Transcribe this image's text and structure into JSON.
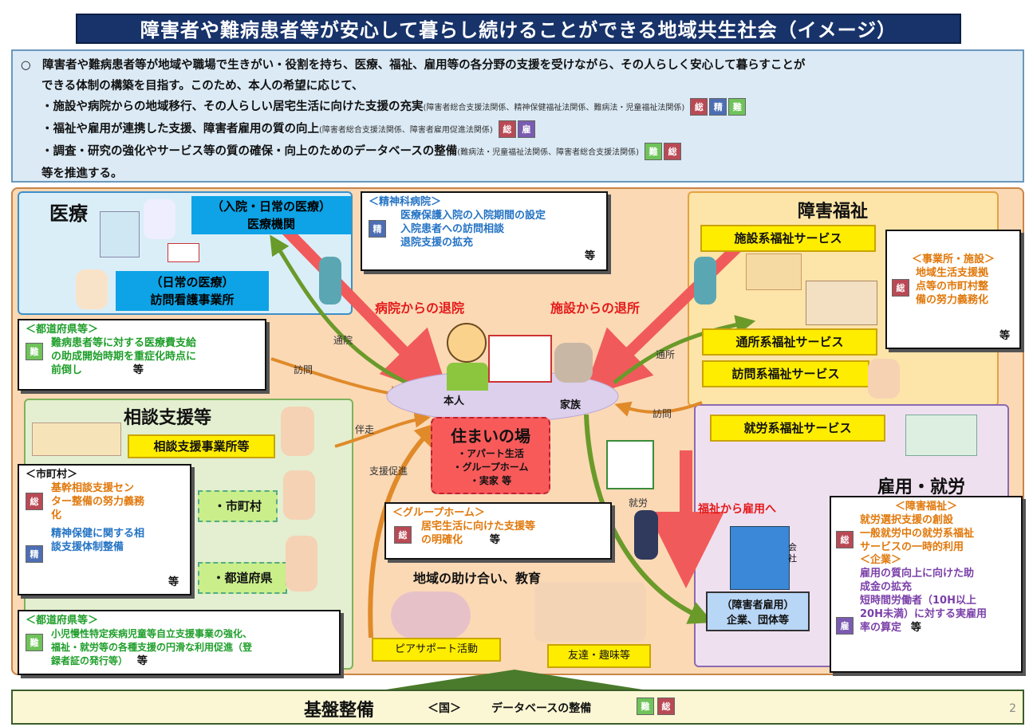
{
  "title": "障害者や難病患者等が安心して暮らし続けることができる地域共生社会（イメージ）",
  "summary": {
    "line1": "○　障害者や難病患者等が地域や職場で生きがい・役割を持ち、医療、福祉、雇用等の各分野の支援を受けながら、その人らしく安心して暮らすことが",
    "line2": "できる体制の構築を目指す。このため、本人の希望に応じて、",
    "item1": "・施設や病院からの地域移行、その人らしい居宅生活に向けた支援の充実",
    "item1_note": "(障害者総合支援法関係、精神保健福祉法関係、難病法・児童福祉法関係)",
    "item1_badges": [
      "総",
      "精",
      "難"
    ],
    "item2": "・福祉や雇用が連携した支援、障害者雇用の質の向上",
    "item2_note": "(障害者総合支援法関係、障害者雇用促進法関係)",
    "item2_badges": [
      "総",
      "雇"
    ],
    "item3": "・調査・研究の強化やサービス等の質の確保・向上のためのデータベースの整備",
    "item3_note": "(難病法・児童福祉法関係、障害者総合支援法関係)",
    "item3_badges": [
      "難",
      "総"
    ],
    "closing": "等を推進する。"
  },
  "medical": {
    "title": "医療",
    "label1": "（入院・日常の医療）",
    "label1b": "医療機関",
    "label2": "（日常の医療）",
    "label2b": "訪問看護事業所"
  },
  "psych_card": {
    "header": "＜精神科病院＞",
    "badge": "精",
    "l1": "医療保護入院の入院期間の設定",
    "l2": "入院患者への訪問相談",
    "l3": "退院支援の拡充",
    "etc": "等"
  },
  "pref_card1": {
    "header": "＜都道府県等＞",
    "badge": "難",
    "l1": "難病患者等に対する医療費支給",
    "l2": "の助成開始時期を重症化時点に",
    "l3": "前倒し",
    "etc": "等"
  },
  "consult": {
    "title": "相談支援等",
    "office": "相談支援事業所等",
    "city": "・市町村",
    "pref": "・都道府県"
  },
  "city_card": {
    "header": "＜市町村＞",
    "b1": "総",
    "i1a": "基幹相談支援セン",
    "i1b": "ター整備の努力義務",
    "i1c": "化",
    "b2": "精",
    "i2a": "精神保健に関する相",
    "i2b": "談支援体制整備",
    "etc": "等"
  },
  "pref_card2": {
    "header": "＜都道府県等＞",
    "badge": "難",
    "l1": "小児慢性特定疾病児童等自立支援事業の強化、",
    "l2": "福祉・就労等の各種支援の円滑な利用促進（登",
    "l3": "録者証の発行等）",
    "etc": "等"
  },
  "center": {
    "hospital_exit": "病院からの退院",
    "facility_exit": "施設からの退所",
    "self": "本人",
    "family": "家族",
    "home_title": "住まいの場",
    "home_items": [
      "・アパート生活",
      "・グループホーム",
      "・実家  等"
    ],
    "tsuuin": "通院",
    "houmon1": "訪問",
    "tsuusho": "通所",
    "houmon2": "訪問",
    "bansou": "伴走",
    "shienkyoushin": "支援促進",
    "shuurou": "就労"
  },
  "gh_card": {
    "header": "＜グループホーム＞",
    "badge": "総",
    "l1": "居宅生活に向けた支援等",
    "l2": "の明確化",
    "etc": "等"
  },
  "community": {
    "title": "地域の助け合い、教育",
    "peer": "ピアサポート活動",
    "friends": "友達・趣味等"
  },
  "welfare": {
    "title": "障害福祉",
    "s1": "施設系福祉サービス",
    "s2": "通所系福祉サービス",
    "s3": "訪問系福祉サービス",
    "s4": "就労系福祉サービス"
  },
  "office_card": {
    "header": "＜事業所・施設＞",
    "badge": "総",
    "l1": "地域生活支援拠",
    "l2": "点等の市町村整",
    "l3": "備の努力義務化",
    "etc": "等"
  },
  "employ": {
    "title": "雇用・就労",
    "arrow": "福祉から雇用へ",
    "company_lbl": "（障害者雇用）",
    "company": "企業、団体等",
    "building": "会社"
  },
  "employ_card": {
    "h1": "＜障害福祉＞",
    "b1": "総",
    "i1a": "就労選択支援の創設",
    "i1b": "一般就労中の就労系福祉",
    "i1c": "サービスの一時的利用",
    "h2": "＜企業＞",
    "b2": "雇",
    "i2a": "雇用の質向上に向けた助",
    "i2b": "成金の拡充",
    "i2c": "短時間労働者（10H以上",
    "i2d": "20H未満）に対する実雇用",
    "i2e": "率の算定",
    "etc": "等"
  },
  "foundation": {
    "title": "基盤整備",
    "country": "＜国＞",
    "db": "データベースの整備",
    "badges": [
      "難",
      "総"
    ]
  },
  "page_number": "2"
}
